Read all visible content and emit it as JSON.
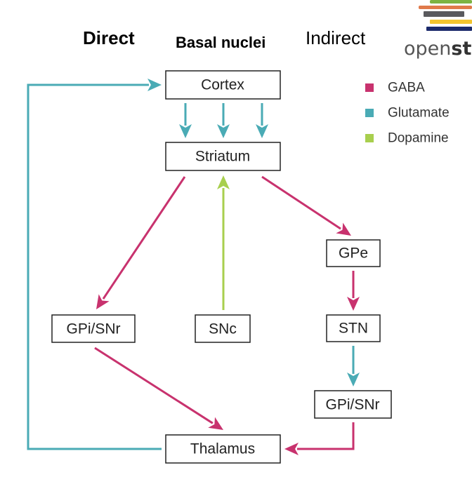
{
  "headers": {
    "direct": "Direct",
    "title": "Basal nuclei",
    "indirect": "Indirect"
  },
  "logo": {
    "text": "openstax"
  },
  "colors": {
    "gaba": "#c8326e",
    "glutamate": "#4aabb5",
    "dopamine": "#a8cf4e"
  },
  "legend": [
    {
      "label": "GABA",
      "color": "#c8326e"
    },
    {
      "label": "Glutamate",
      "color": "#4aabb5"
    },
    {
      "label": "Dopamine",
      "color": "#a8cf4e"
    }
  ],
  "nodes": {
    "cortex": "Cortex",
    "striatum": "Striatum",
    "gpe": "GPe",
    "stn": "STN",
    "gpi_snr_indirect": "GPi/SNr",
    "gpi_snr_direct": "GPi/SNr",
    "snc": "SNc",
    "thalamus": "Thalamus"
  },
  "edges": [
    {
      "from": "cortex",
      "to": "striatum",
      "type": "glutamate"
    },
    {
      "from": "striatum",
      "to": "gpi_snr_direct",
      "type": "gaba"
    },
    {
      "from": "snc",
      "to": "striatum",
      "type": "dopamine"
    },
    {
      "from": "striatum",
      "to": "gpe",
      "type": "gaba"
    },
    {
      "from": "gpe",
      "to": "stn",
      "type": "gaba"
    },
    {
      "from": "stn",
      "to": "gpi_snr_indirect",
      "type": "glutamate"
    },
    {
      "from": "gpi_snr_indirect",
      "to": "thalamus",
      "type": "gaba"
    },
    {
      "from": "gpi_snr_direct",
      "to": "thalamus",
      "type": "gaba"
    },
    {
      "from": "thalamus",
      "to": "cortex",
      "type": "glutamate"
    }
  ]
}
